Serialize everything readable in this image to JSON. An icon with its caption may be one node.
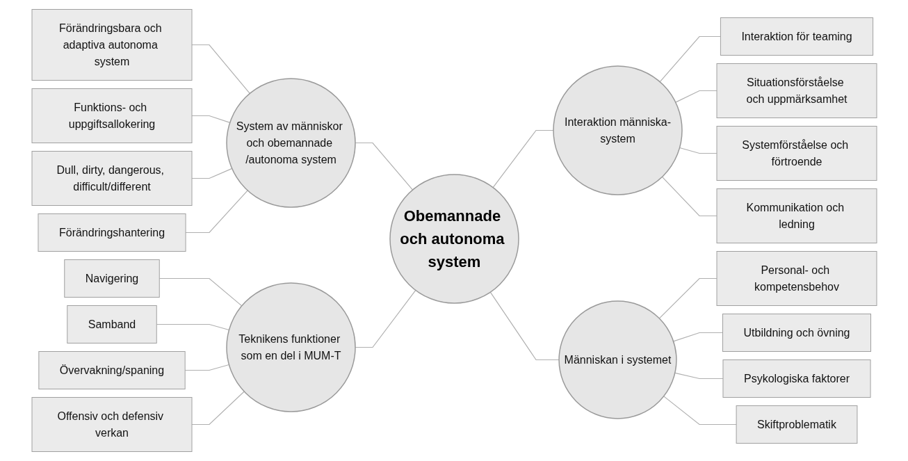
{
  "diagram": {
    "nodes": [
      {
        "text": [
          "Obemannade och autonoma system"
        ]
      },
      {
        "text": [
          "System av människor och obemannade /autonoma system"
        ]
      },
      {
        "text": [
          "Förändringsbara och adaptiva autonoma system"
        ]
      },
      {
        "text": [
          "Funktions- och uppgiftsallokering"
        ]
      },
      {
        "text": [
          "Dull, dirty, dangerous, difficult/different"
        ]
      },
      {
        "text": [
          "Förändringshantering"
        ]
      },
      {
        "text": [
          "Interaktion människa-system"
        ]
      },
      {
        "text": [
          "Interaktion för teaming"
        ]
      },
      {
        "text": [
          "Situationsförståelse och uppmärksamhet"
        ]
      },
      {
        "text": [
          "Systemförståelse och förtroende"
        ]
      },
      {
        "text": [
          "Kommunikation och ledning"
        ]
      },
      {
        "text": [
          "Teknikens funktioner som en del i MUM-T"
        ]
      },
      {
        "text": [
          "Navigering"
        ]
      },
      {
        "text": [
          "Samband"
        ]
      },
      {
        "text": [
          "Övervakning/spaning"
        ]
      },
      {
        "text": [
          "Offensiv och defensiv verkan"
        ]
      },
      {
        "text": [
          "Människan i systemet"
        ]
      },
      {
        "text": [
          "Personal- och kompetensbehov"
        ]
      },
      {
        "text": [
          "Utbildning och övning"
        ]
      },
      {
        "text": [
          "Psykologiska faktorer"
        ]
      },
      {
        "text": [
          "Skiftproblematik"
        ]
      }
    ],
    "edges": [
      {
        "from": 2,
        "to": 1,
        "arrow": "none"
      },
      {
        "from": 3,
        "to": 1,
        "arrow": "none"
      },
      {
        "from": 4,
        "to": 1,
        "arrow": "none"
      },
      {
        "from": 5,
        "to": 1,
        "arrow": "none"
      },
      {
        "from": 1,
        "to": 0,
        "arrow": "none"
      },
      {
        "from": 0,
        "to": 6,
        "arrow": "none"
      },
      {
        "from": 6,
        "to": 7,
        "arrow": "none"
      },
      {
        "from": 6,
        "to": 8,
        "arrow": "none"
      },
      {
        "from": 6,
        "to": 9,
        "arrow": "none"
      },
      {
        "from": 6,
        "to": 10,
        "arrow": "none"
      },
      {
        "from": 12,
        "to": 11,
        "arrow": "none"
      },
      {
        "from": 13,
        "to": 11,
        "arrow": "none"
      },
      {
        "from": 14,
        "to": 11,
        "arrow": "none"
      },
      {
        "from": 15,
        "to": 11,
        "arrow": "none"
      },
      {
        "from": 11,
        "to": 0,
        "arrow": "none"
      },
      {
        "from": 0,
        "to": 16,
        "arrow": "none"
      },
      {
        "from": 16,
        "to": 17,
        "arrow": "none"
      },
      {
        "from": 16,
        "to": 18,
        "arrow": "none"
      },
      {
        "from": 16,
        "to": 19,
        "arrow": "none"
      },
      {
        "from": 16,
        "to": 20,
        "arrow": "none"
      }
    ]
  }
}
